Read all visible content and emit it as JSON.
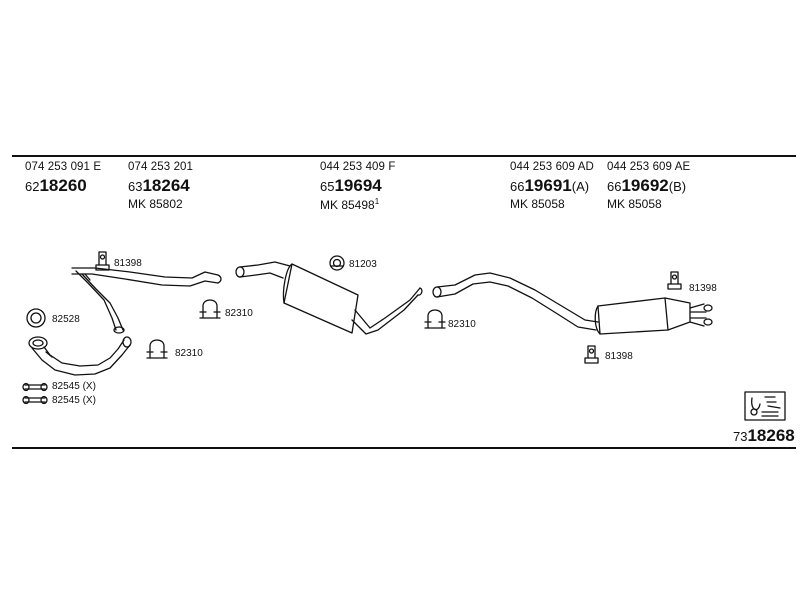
{
  "parts": [
    {
      "oem": "074 253 091 E",
      "num_prefix": "62",
      "num_main": "18260",
      "num_suffix": "",
      "mk": ""
    },
    {
      "oem": "074 253 201",
      "num_prefix": "63",
      "num_main": "18264",
      "num_suffix": "",
      "mk": "MK  85802",
      "mk_sup": ""
    },
    {
      "oem": "044 253 409 F",
      "num_prefix": "65",
      "num_main": "19694",
      "num_suffix": "",
      "mk": "MK  85498",
      "mk_sup": "1"
    },
    {
      "oem": "044 253 609 AD",
      "num_prefix": "66",
      "num_main": "19691",
      "num_suffix": "(A)",
      "mk": "MK  85058",
      "mk_sup": ""
    },
    {
      "oem": "044 253 609 AE",
      "num_prefix": "66",
      "num_main": "19692",
      "num_suffix": "(B)",
      "mk": "MK  85058",
      "mk_sup": ""
    }
  ],
  "labels": {
    "l81398a": "81398",
    "l82528": "82528",
    "l82310a": "82310",
    "l82310b": "82310",
    "l81203": "81203",
    "l82310c": "82310",
    "l81398b": "81398",
    "l81398c": "81398",
    "l82545a": "82545 (X)",
    "l82545b": "82545 (X)"
  },
  "kit": {
    "num_prefix": "73",
    "num_main": "18268"
  },
  "colors": {
    "line": "#111111",
    "background": "#ffffff"
  }
}
